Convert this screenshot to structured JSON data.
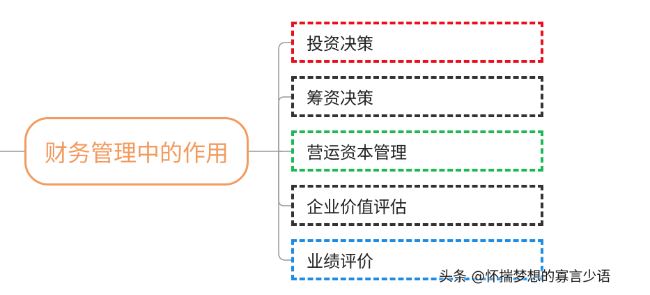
{
  "root": {
    "label": "财务管理中的作用",
    "color": "#f39a5e"
  },
  "children": [
    {
      "label": "投资决策",
      "border_color": "#e8101c"
    },
    {
      "label": "筹资决策",
      "border_color": "#333333"
    },
    {
      "label": "营运资本管理",
      "border_color": "#1db954"
    },
    {
      "label": "企业价值评估",
      "border_color": "#333333"
    },
    {
      "label": "业绩评价",
      "border_color": "#1a8de8"
    }
  ],
  "connector_color": "#999999",
  "watermark": {
    "text": "头条 @怀揣梦想的寡言少语"
  }
}
